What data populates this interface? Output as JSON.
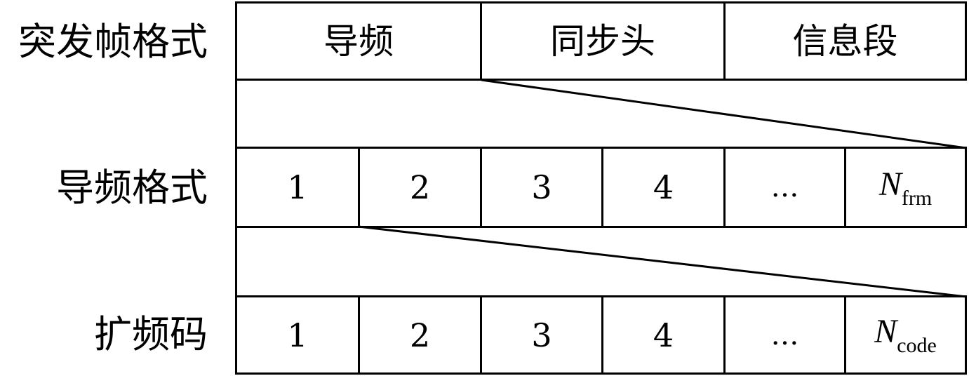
{
  "rows": [
    {
      "label": "突发帧格式",
      "cells": [
        "导频",
        "同步头",
        "信息段"
      ]
    },
    {
      "label": "导频格式",
      "cells": [
        "1",
        "2",
        "3",
        "4",
        "…"
      ],
      "last": {
        "var": "N",
        "sub": "frm"
      }
    },
    {
      "label": "扩频码",
      "cells": [
        "1",
        "2",
        "3",
        "4",
        "…"
      ],
      "last": {
        "var": "N",
        "sub": "code"
      }
    }
  ]
}
